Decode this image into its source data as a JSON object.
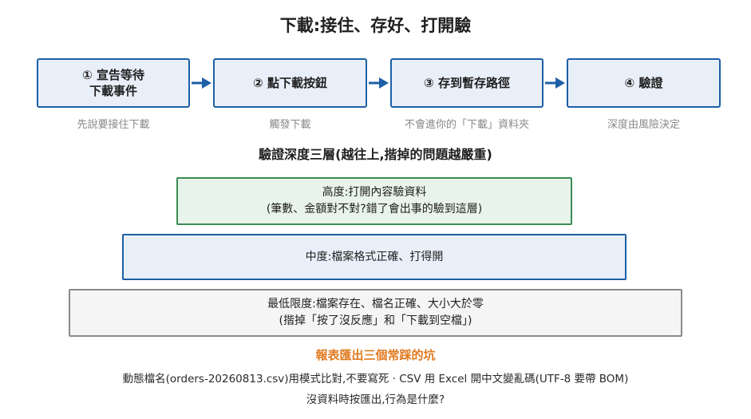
{
  "title": "下載:接住、存好、打開驗",
  "steps": [
    {
      "label_line1": "① 宣告等待",
      "label_line2": "下載事件",
      "caption": "先說要接住下載"
    },
    {
      "label_line1": "② 點下載按鈕",
      "label_line2": "",
      "caption": "觸發下載"
    },
    {
      "label_line1": "③ 存到暫存路徑",
      "label_line2": "",
      "caption": "不會進你的「下載」資料夾"
    },
    {
      "label_line1": "④ 驗證",
      "label_line2": "",
      "caption": "深度由風險決定"
    }
  ],
  "layers_title": "驗證深度三層(越往上,揩掉的問題越嚴重)",
  "layers": {
    "high": {
      "line1": "高度:打開內容驗資料",
      "line2": "(筆數、金額對不對?錯了會出事的驗到這層)"
    },
    "mid": {
      "line1": "中度:檔案格式正確、打得開",
      "line2": ""
    },
    "low": {
      "line1": "最低限度:檔案存在、檔名正確、大小大於零",
      "line2": "(揩掉「按了沒反應」和「下載到空檔」)"
    }
  },
  "pitfalls": {
    "title": "報表匯出三個常踩的坑",
    "line1": "動態檔名(orders-20260813.csv)用模式比對,不要寫死 · CSV 用 Excel 開中文變亂碼(UTF-8 要帶 BOM)",
    "line2": "沒資料時按匯出,行為是什麼?"
  },
  "colors": {
    "accent_blue": "#1d5fa6",
    "accent_green": "#3b8e53",
    "accent_orange": "#e07a1f",
    "neutral_gray": "#8a8a8a"
  }
}
